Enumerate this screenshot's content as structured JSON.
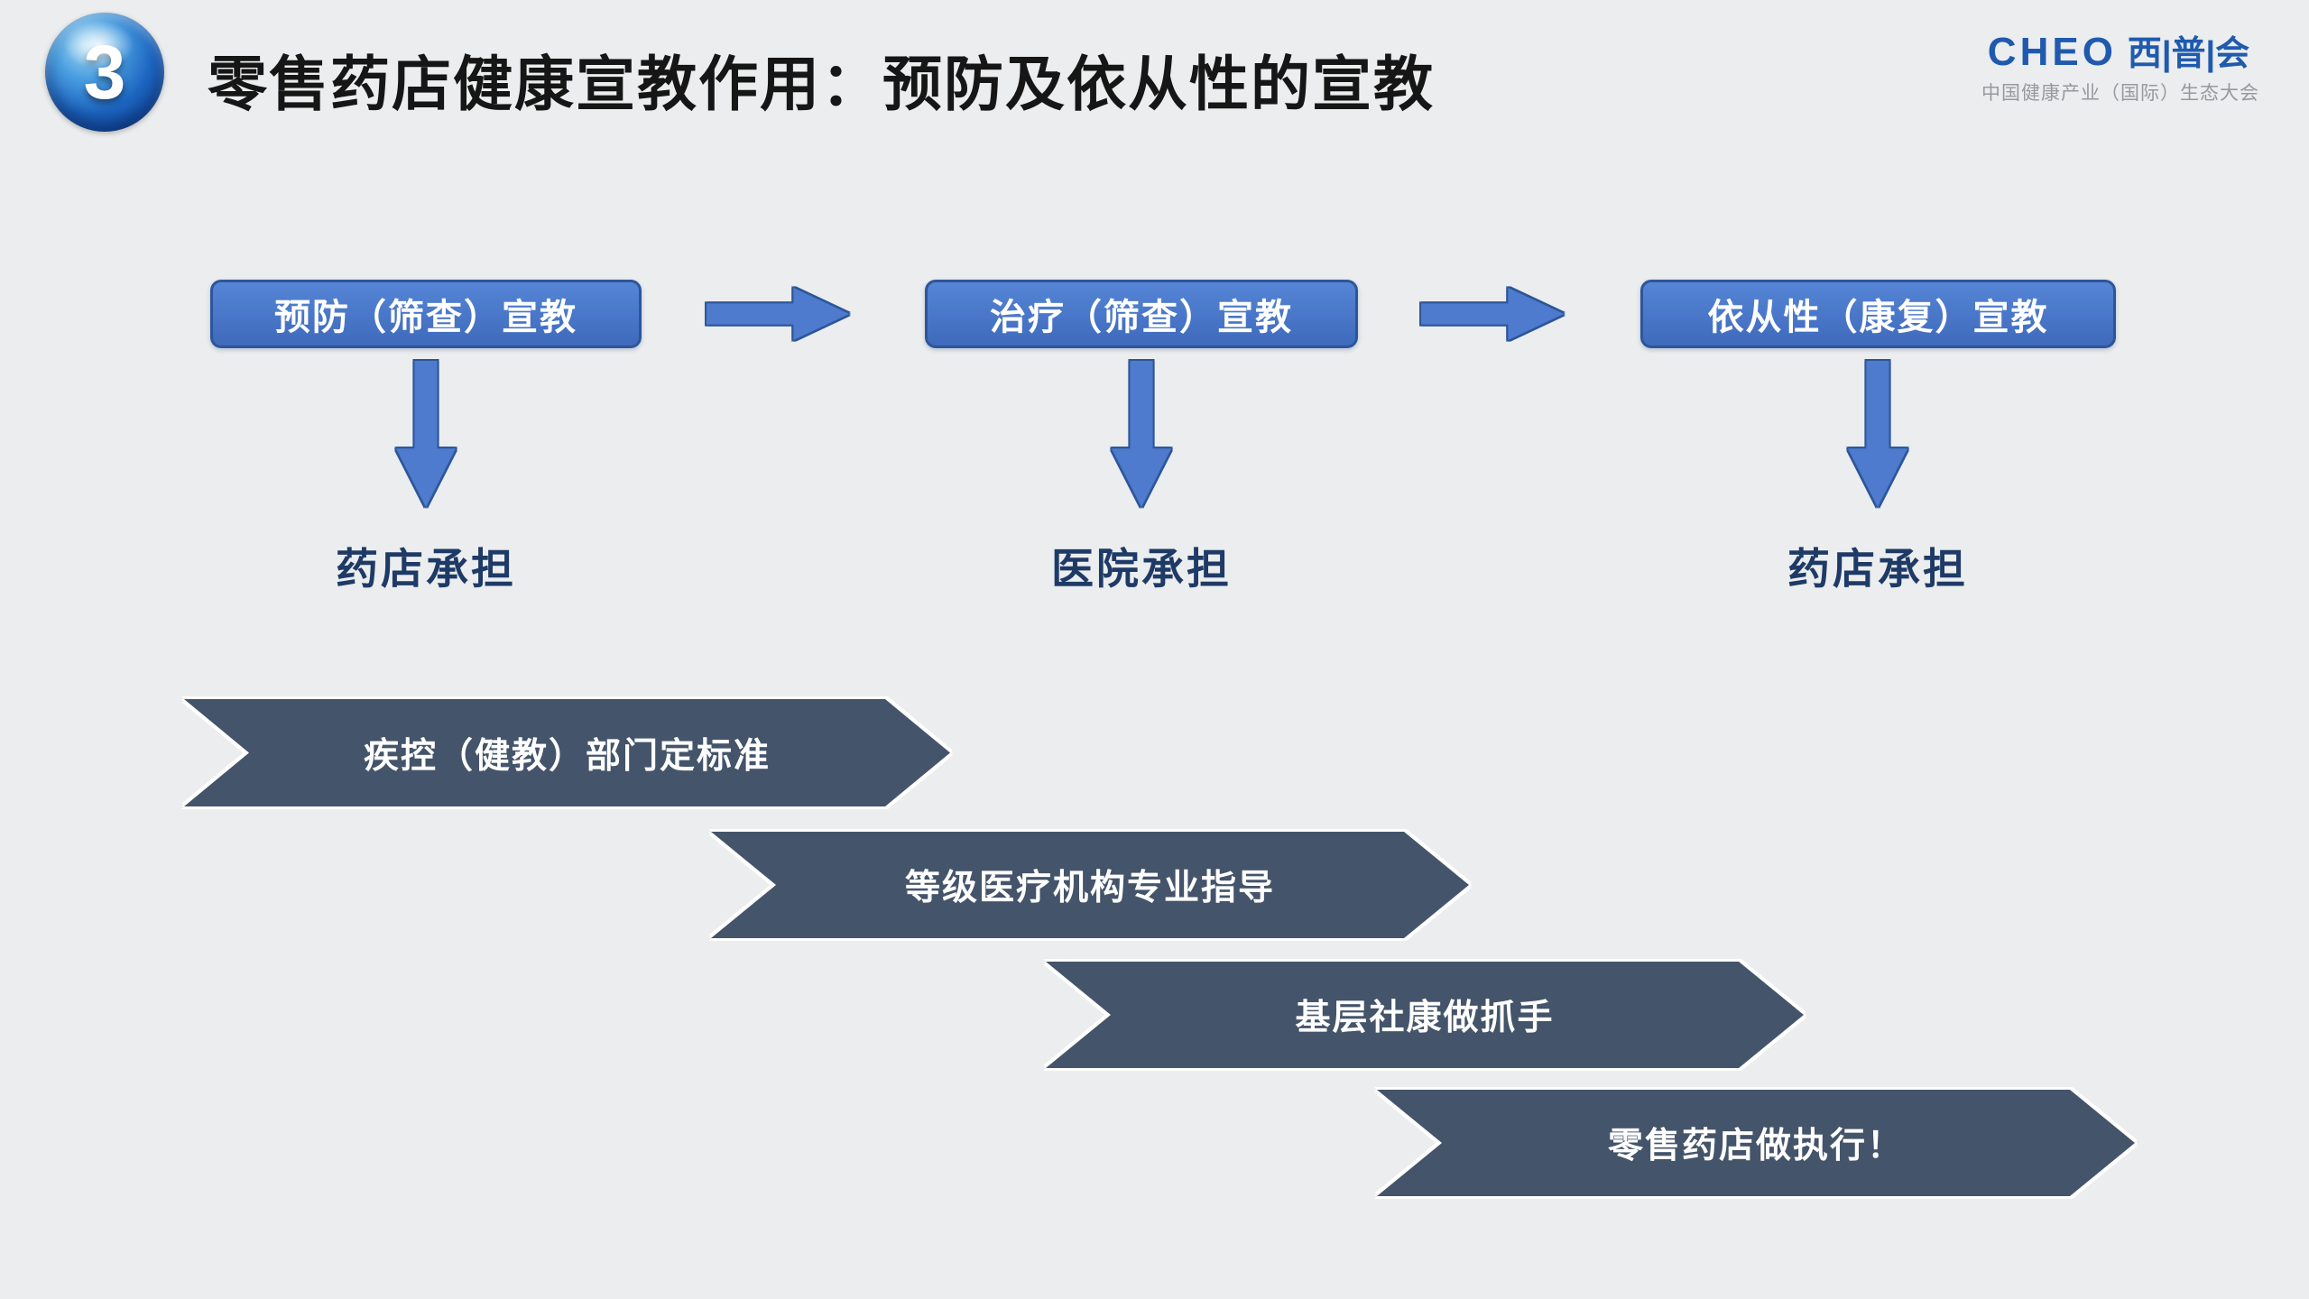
{
  "slide": {
    "badge": "3",
    "title": "零售药店健康宣教作用：预防及依从性的宣教",
    "logo": {
      "wordmark": "CHEO",
      "brand_cn": "西|普|会",
      "subtitle": "中国健康产业（国际）生态大会"
    },
    "flow": {
      "boxes": [
        {
          "label": "预防（筛查）宣教",
          "owner": "药店承担"
        },
        {
          "label": "治疗（筛查）宣教",
          "owner": "医院承担"
        },
        {
          "label": "依从性（康复）宣教",
          "owner": "药店承担"
        }
      ]
    },
    "banners": [
      {
        "label": "疾控（健教）部门定标准"
      },
      {
        "label": "等级医疗机构专业指导"
      },
      {
        "label": "基层社康做抓手"
      },
      {
        "label": "零售药店做执行！"
      }
    ],
    "colors": {
      "background": "#ebedee",
      "box_fill": "#4774c6",
      "box_border": "#2d5699",
      "arrow_fill": "#4e7bce",
      "banner_fill": "#44546a",
      "owner_text": "#1e3a66",
      "logo_blue": "#1f5aae"
    }
  }
}
